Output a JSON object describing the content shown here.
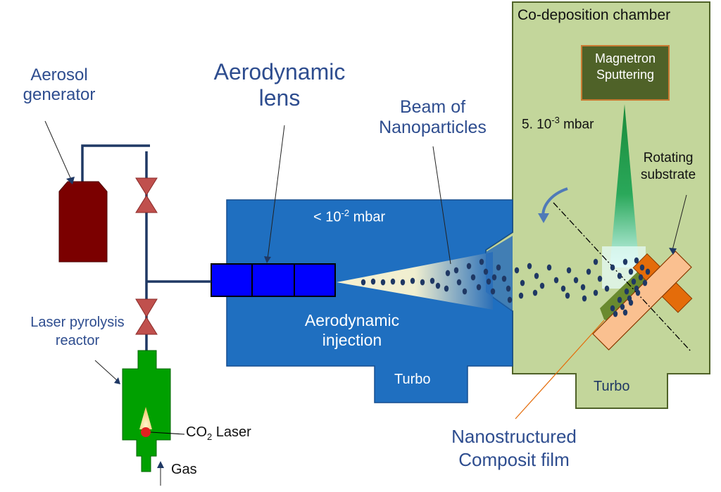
{
  "labels": {
    "aerosol_generator": [
      "Aerosol",
      "generator"
    ],
    "aerodynamic_lens": [
      "Aerodynamic",
      "lens"
    ],
    "beam": [
      "Beam of",
      "Nanoparticles"
    ],
    "chamber_title": "Co-deposition chamber",
    "magnetron": [
      "Magnetron",
      "Sputtering"
    ],
    "chamber_pressure": {
      "prefix": "5. 10",
      "exp": "-3",
      "suffix": " mbar"
    },
    "rotating_substrate": [
      "Rotating",
      "substrate"
    ],
    "injection_pressure": {
      "prefix": "< 10",
      "exp": "-2",
      "suffix": " mbar"
    },
    "aerodynamic_injection": [
      "Aerodynamic",
      "injection"
    ],
    "turbo_left": "Turbo",
    "turbo_right": "Turbo",
    "laser_reactor": [
      "Laser pyrolysis",
      "reactor"
    ],
    "co2_laser": {
      "prefix": "CO",
      "sub": "2",
      "suffix": " Laser"
    },
    "gas": "Gas",
    "nanostructured": [
      "Nanostructured",
      "Composit film"
    ]
  },
  "colors": {
    "chamber_fill": "#c3d69b",
    "chamber_border": "#4f6228",
    "injection_blue": "#1f6fc0",
    "lens_blue": "#0000ff",
    "generator_red": "#7b0000",
    "valve_red": "#c0504d",
    "reactor_green": "#00a000",
    "magnetron_fill": "#4f6228",
    "substrate_fill": "#fac090",
    "substrate_back": "#e46c0a",
    "dot_navy": "#1f3864",
    "label_blue": "#2e4d8f"
  }
}
